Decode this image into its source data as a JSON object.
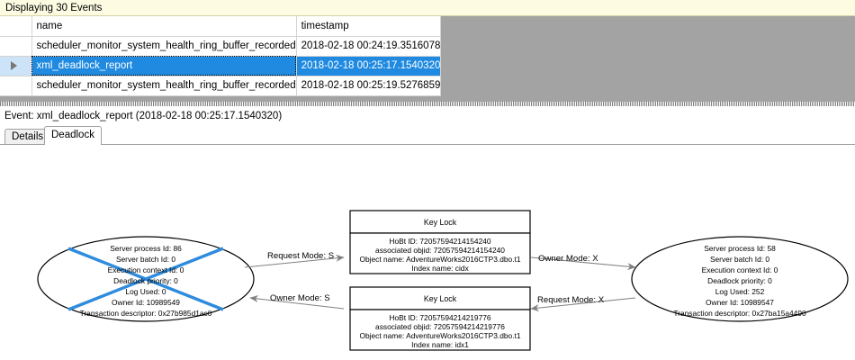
{
  "banner": {
    "text": "Displaying 30 Events"
  },
  "grid": {
    "columns": [
      {
        "key": "selector",
        "label": ""
      },
      {
        "key": "name",
        "label": "name"
      },
      {
        "key": "timestamp",
        "label": "timestamp"
      }
    ],
    "rows": [
      {
        "selected": false,
        "marker": "",
        "name": "scheduler_monitor_system_health_ring_buffer_recorded",
        "timestamp": "2018-02-18 00:24:19.3516078"
      },
      {
        "selected": true,
        "marker": "row-selector-triangle",
        "name": "xml_deadlock_report",
        "timestamp": "2018-02-18 00:25:17.1540320"
      },
      {
        "selected": false,
        "marker": "",
        "name": "scheduler_monitor_system_health_ring_buffer_recorded",
        "timestamp": "2018-02-18 00:25:19.5276859"
      }
    ],
    "selection_color": "#1f8ae0",
    "empty_area_color": "#a3a3a3"
  },
  "event_header": {
    "text": "Event: xml_deadlock_report (2018-02-18 00:25:17.1540320)"
  },
  "tabs": [
    {
      "label": "Details",
      "active": false
    },
    {
      "label": "Deadlock",
      "active": true
    }
  ],
  "deadlock_graph": {
    "victim_marker_color": "#2e8bdd",
    "processes": [
      {
        "id": "process-left",
        "victim": true,
        "lines": [
          "Server process Id: 86",
          "Server batch Id: 0",
          "Execution context Id: 0",
          "Deadlock priority: 0",
          "Log Used: 0",
          "Owner Id: 10989549",
          "Transaction descriptor: 0x27b985d1ac0"
        ]
      },
      {
        "id": "process-right",
        "victim": false,
        "lines": [
          "Server process Id: 58",
          "Server batch Id: 0",
          "Execution context Id: 0",
          "Deadlock priority: 0",
          "Log Used: 252",
          "Owner Id: 10989547",
          "Transaction descriptor: 0x27ba15a4490"
        ]
      }
    ],
    "resources": [
      {
        "id": "key-lock-top",
        "title": "Key Lock",
        "lines": [
          "HoBt ID: 72057594214154240",
          "associated objid: 72057594214154240",
          "Object name: AdventureWorks2016CTP3.dbo.t1",
          "Index name: cidx"
        ]
      },
      {
        "id": "key-lock-bottom",
        "title": "Key Lock",
        "lines": [
          "HoBt ID: 72057594214219776",
          "associated objid: 72057594214219776",
          "Object name: AdventureWorks2016CTP3.dbo.t1",
          "Index name: idx1"
        ]
      }
    ],
    "edges": [
      {
        "id": "edge-left-request",
        "label": "Request Mode: S"
      },
      {
        "id": "edge-right-owner",
        "label": "Owner Mode: X"
      },
      {
        "id": "edge-left-owner",
        "label": "Owner Mode: S"
      },
      {
        "id": "edge-right-request",
        "label": "Request Mode: X"
      }
    ]
  }
}
